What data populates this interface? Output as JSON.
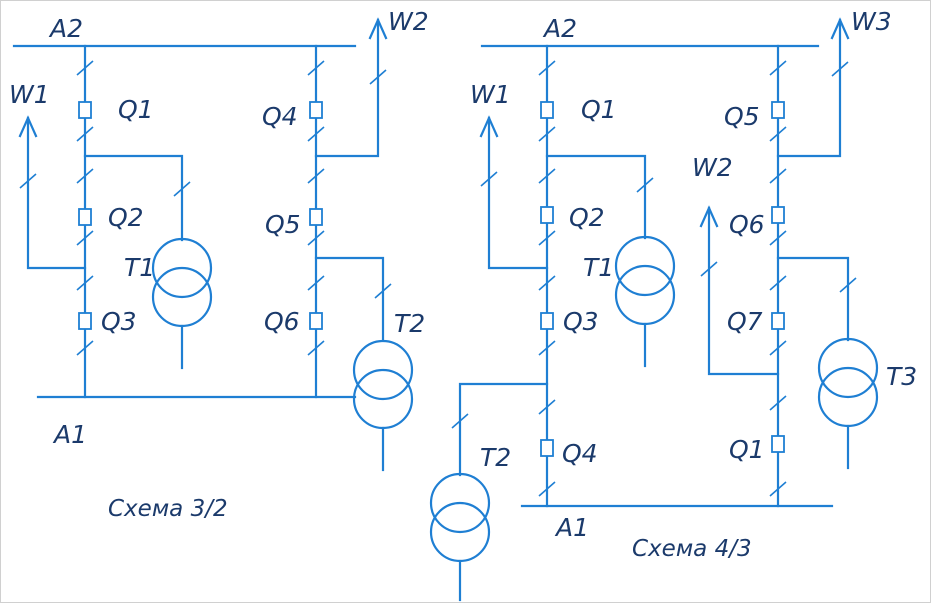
{
  "left_scheme": {
    "caption": "Схема 3/2",
    "busbar_top": "A2",
    "busbar_bottom": "A1",
    "lines": [
      "W1",
      "W2"
    ],
    "breakers": [
      "Q1",
      "Q2",
      "Q3",
      "Q4",
      "Q5",
      "Q6"
    ],
    "transformers": [
      "T1",
      "T2"
    ]
  },
  "right_scheme": {
    "caption": "Схема 4/3",
    "busbar_top": "A2",
    "busbar_bottom": "A1",
    "lines": [
      "W1",
      "W2",
      "W3"
    ],
    "breakers": [
      "Q1",
      "Q2",
      "Q3",
      "Q4",
      "Q5",
      "Q6",
      "Q7"
    ],
    "transformers": [
      "T1",
      "T2",
      "T3"
    ]
  },
  "colors": {
    "lines": "#1f7fd3",
    "text": "#1b3a6b",
    "frame": "#d0d0d0"
  }
}
